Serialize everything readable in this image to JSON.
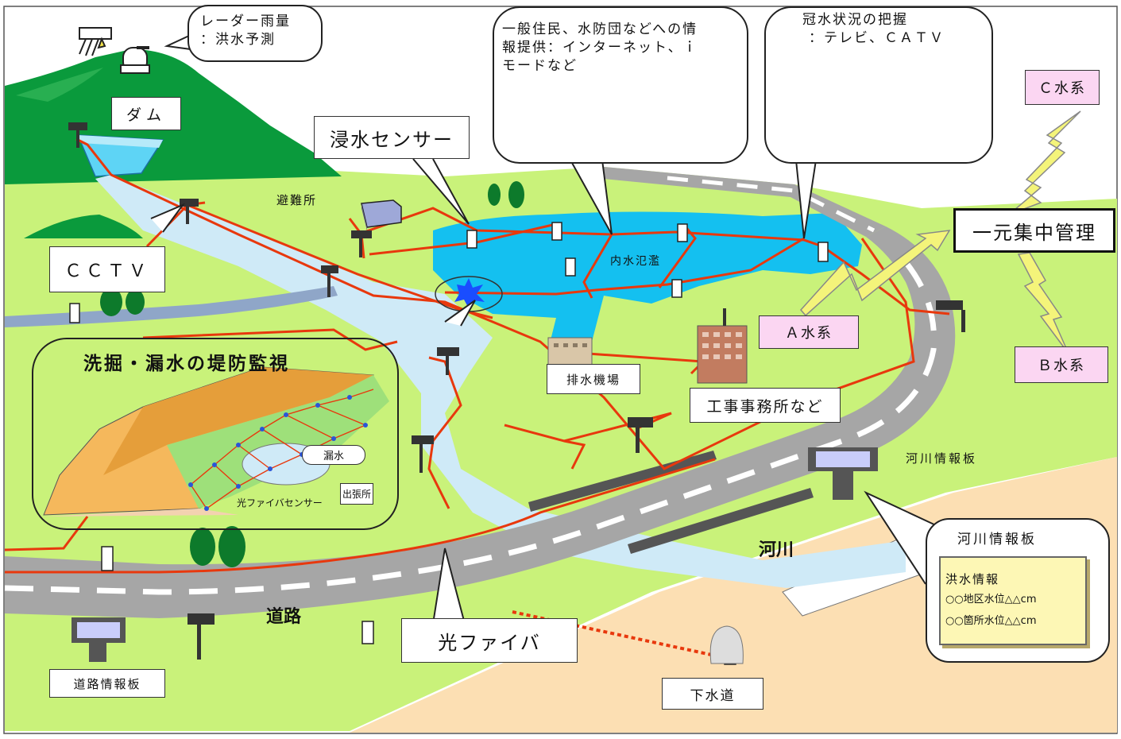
{
  "labels": {
    "radar": [
      "レーダー雨量",
      "：洪水予測"
    ],
    "dam": "ダム",
    "immersion_sensor": "浸水センサー",
    "info_provision": [
      "一般住民、水防団などへの情",
      "報提供：インターネット、ｉ",
      "モードなど"
    ],
    "flood_status": [
      "冠水状況の把握",
      "：テレビ、ＣＡＴＶ"
    ],
    "system_c": "Ｃ水系",
    "system_a": "Ａ水系",
    "system_b": "Ｂ水系",
    "central_mgmt": "一元集中管理",
    "shelter": "避難所",
    "cctv": "ＣＣＴＶ",
    "inland_flood": "内水氾濫",
    "levee_monitoring": "洗掘・漏水の堤防監視",
    "leak": "漏水",
    "fiber_sensor": "光ファイバセンサー",
    "branch_office": "出張所",
    "pump_station": "排水機場",
    "construction_office": "工事事務所など",
    "river_board": "河川情報板",
    "river": "河川",
    "road": "道路",
    "optical_fiber": "光ファイバ",
    "road_board": "道路情報板",
    "sewer": "下水道"
  },
  "river_panel": {
    "title": "河川情報板",
    "heading": "洪水情報",
    "lines": [
      "○○地区水位△△cm",
      "○○箇所水位△△cm"
    ]
  },
  "colors": {
    "grass": "#c9f27a",
    "mountain": "#0a9a3c",
    "water": "#14c0f0",
    "river": "#cfeaf7",
    "road": "#a6a6a6",
    "fiber": "#e8380d",
    "lightning": "#f4f47a",
    "pink": "#fbd6f2",
    "sand": "#fcdfb3",
    "panel": "#fdf7b5"
  }
}
